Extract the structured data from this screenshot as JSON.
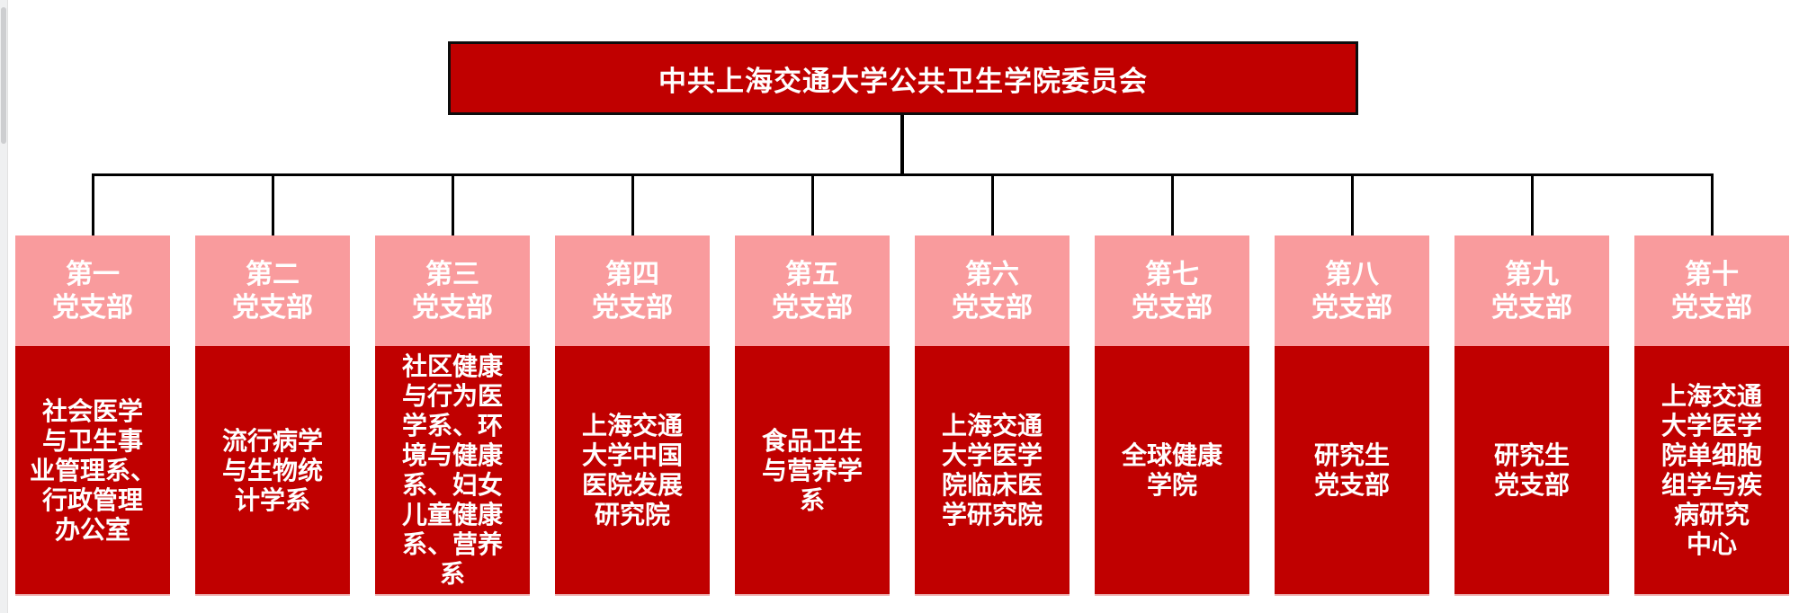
{
  "title": {
    "text": "中共上海交通大学公共卫生学院委员会"
  },
  "colors": {
    "box_red": "#c00000",
    "header_pink": "#f99b9d",
    "connector_line": "#000000",
    "title_border": "#0d0d0d",
    "text_white": "#ffffff"
  },
  "branches": [
    {
      "name": "第一\n党支部",
      "unit": "社会医学\n与卫生事\n业管理系、\n行政管理\n办公室"
    },
    {
      "name": "第二\n党支部",
      "unit": "流行病学\n与生物统\n计学系"
    },
    {
      "name": "第三\n党支部",
      "unit": "社区健康\n与行为医\n学系、环\n境与健康\n系、妇女\n儿童健康\n系、营养\n系"
    },
    {
      "name": "第四\n党支部",
      "unit": "上海交通\n大学中国\n医院发展\n研究院"
    },
    {
      "name": "第五\n党支部",
      "unit": "食品卫生\n与营养学\n系"
    },
    {
      "name": "第六\n党支部",
      "unit": "上海交通\n大学医学\n院临床医\n学研究院"
    },
    {
      "name": "第七\n党支部",
      "unit": "全球健康\n学院"
    },
    {
      "name": "第八\n党支部",
      "unit": "研究生\n党支部"
    },
    {
      "name": "第九\n党支部",
      "unit": "研究生\n党支部"
    },
    {
      "name": "第十\n党支部",
      "unit": "上海交通\n大学医学\n院单细胞\n组学与疾\n病研究\n中心"
    }
  ]
}
